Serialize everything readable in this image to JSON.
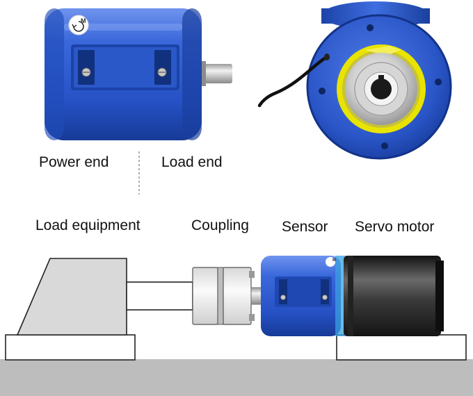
{
  "photo_labels": {
    "power_end": "Power end",
    "load_end": "Load end"
  },
  "diagram_labels": {
    "load_equipment": "Load equipment",
    "coupling": "Coupling",
    "sensor": "Sensor",
    "servo_motor": "Servo motor"
  },
  "sensor_marking": "M",
  "colors": {
    "sensor_blue": "#2f5fd6",
    "sensor_blue_dark": "#163a96",
    "ring_yellow": "#e8e400",
    "motor_body": "#333333",
    "gray_base": "#bdbdbd",
    "load_fill": "#d9d9d9"
  }
}
